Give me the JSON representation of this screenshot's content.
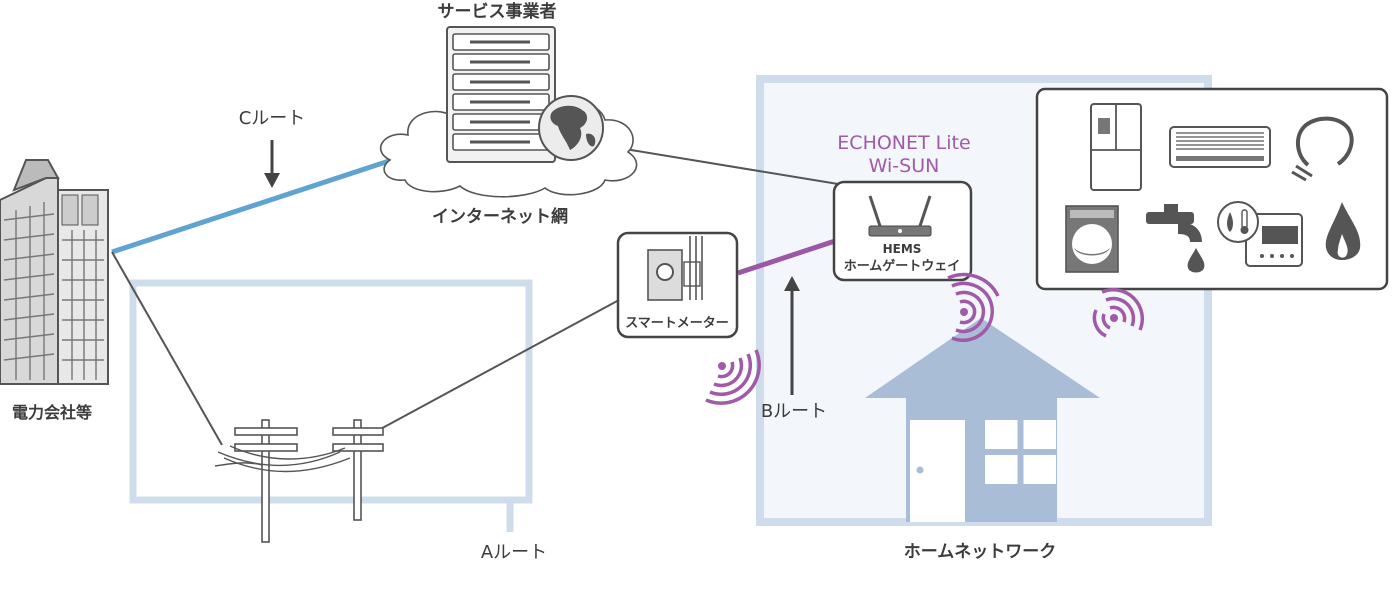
{
  "labels": {
    "service_provider": "サービス事業者",
    "internet": "インターネット網",
    "power_company": "電力会社等",
    "smart_meter": "スマートメーター",
    "hems_line1": "HEMS",
    "hems_line2": "ホームゲートウェイ",
    "protocol_line1": "ECHONET Lite",
    "protocol_line2": "Wi-SUN",
    "route_a": "Aルート",
    "route_b": "Bルート",
    "route_c": "Cルート",
    "home_network": "ホームネットワーク"
  },
  "colors": {
    "route_c_line": "#5fa3d3",
    "route_b_line": "#9b58a5",
    "wire": "#555555",
    "frame": "#cfdcec",
    "house": "#a9bdd6",
    "accent_purple": "#a05aa8",
    "icon_gray": "#555555"
  },
  "icons": [
    "office-building-icon",
    "server-rack-icon",
    "globe-icon",
    "cloud-icon",
    "utility-pole-icon",
    "smart-meter-icon",
    "router-icon",
    "house-icon",
    "refrigerator-icon",
    "air-conditioner-icon",
    "light-bulb-icon",
    "washing-machine-icon",
    "faucet-icon",
    "water-heater-panel-icon",
    "gas-flame-icon",
    "wireless-signal-icon"
  ]
}
